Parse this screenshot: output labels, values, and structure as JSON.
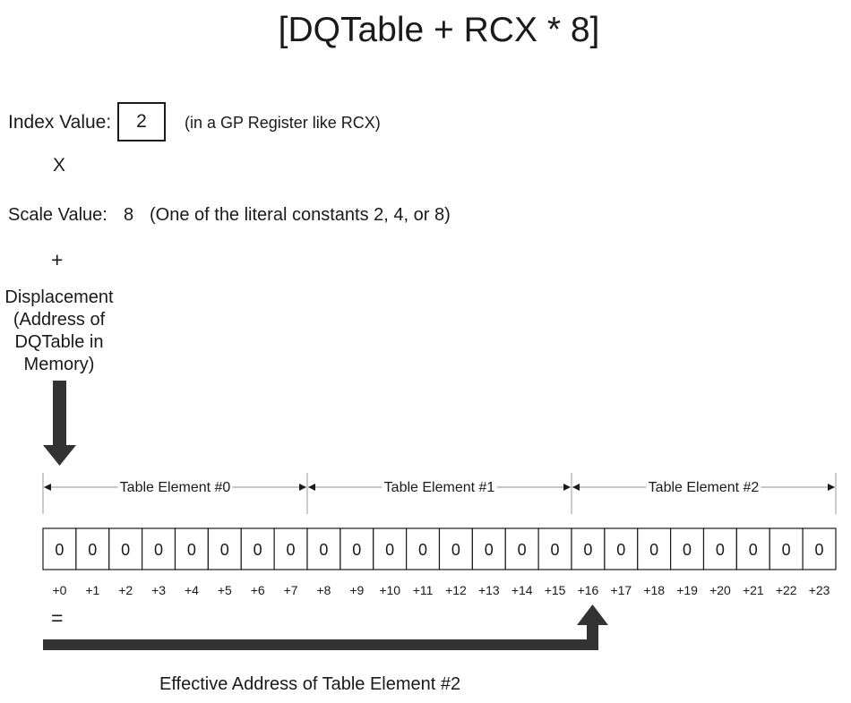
{
  "title": "[DQTable + RCX * 8]",
  "index": {
    "label": "Index Value:",
    "value": "2",
    "note": "(in a GP Register like RCX)"
  },
  "times_symbol": "X",
  "scale": {
    "label": "Scale Value:",
    "value": "8",
    "note": "(One of the literal constants 2, 4, or 8)"
  },
  "plus_symbol": "+",
  "displacement_lines": [
    "Displacement",
    "(Address of",
    "DQTable in",
    "Memory)"
  ],
  "table_elements": [
    "Table Element #0",
    "Table Element #1",
    "Table Element #2"
  ],
  "bytes": [
    "0",
    "0",
    "0",
    "0",
    "0",
    "0",
    "0",
    "0",
    "0",
    "0",
    "0",
    "0",
    "0",
    "0",
    "0",
    "0",
    "0",
    "0",
    "0",
    "0",
    "0",
    "0",
    "0",
    "0"
  ],
  "offsets": [
    "+0",
    "+1",
    "+2",
    "+3",
    "+4",
    "+5",
    "+6",
    "+7",
    "+8",
    "+9",
    "+10",
    "+11",
    "+12",
    "+13",
    "+14",
    "+15",
    "+16",
    "+17",
    "+18",
    "+19",
    "+20",
    "+21",
    "+22",
    "+23"
  ],
  "equals_symbol": "=",
  "effective_address_label": "Effective Address of Table Element #2",
  "colors": {
    "ink": "#1a1a1a",
    "arrow": "#333333",
    "background": "#ffffff"
  }
}
